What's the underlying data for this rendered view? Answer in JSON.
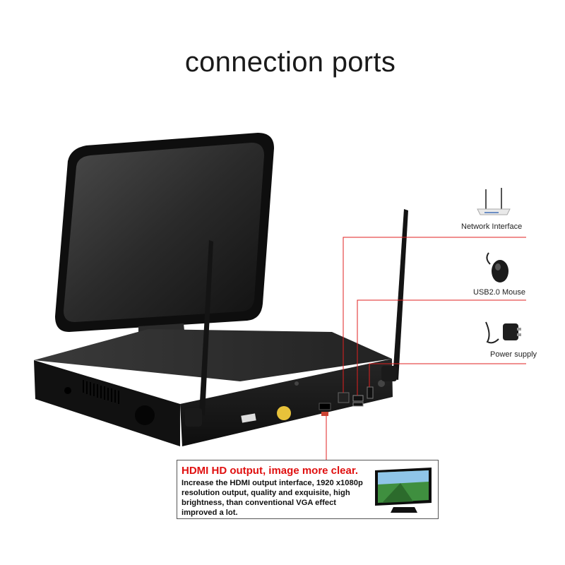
{
  "title": "connection ports",
  "callouts": {
    "network": "Network Interface",
    "mouse": "USB2.0 Mouse",
    "power": "Power supply"
  },
  "infobox": {
    "heading": "HDMI HD output, image more clear.",
    "body": "Increase the HDMI output interface, 1920 x1080p resolution output, quality and exquisite, high brightness, than conventional VGA effect improved a lot."
  },
  "colors": {
    "callout_line": "#e02020",
    "heading": "#e01010",
    "device": "#1c1c1c"
  },
  "icons": [
    "router-icon",
    "mouse-icon",
    "power-adapter-icon",
    "tv-icon"
  ]
}
